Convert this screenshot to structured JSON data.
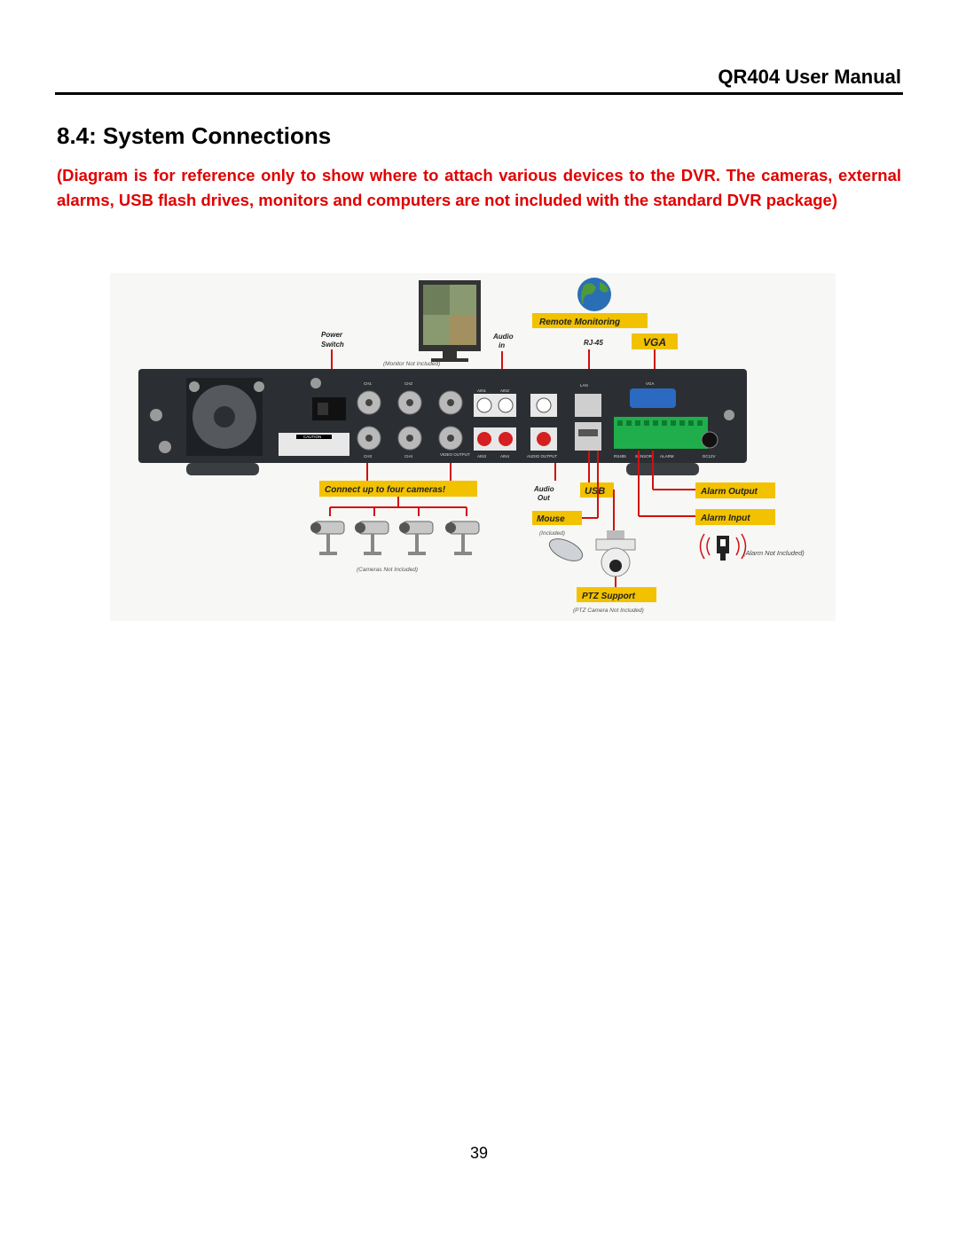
{
  "header": {
    "title": "QR404 User Manual"
  },
  "section": {
    "title": "8.4: System Connections"
  },
  "note": "(Diagram is for reference only to show where to attach various devices to the DVR.  The cameras, external alarms, USB flash drives, monitors and computers are not included with the standard DVR package)",
  "diagram": {
    "labels": {
      "power_switch_1": "Power",
      "power_switch_2": "Switch",
      "audio_in_1": "Audio",
      "audio_in_2": "in",
      "remote_monitoring": "Remote Monitoring",
      "rj45": "RJ-45",
      "vga": "VGA",
      "monitor_not_included": "(Monitor Not Included)",
      "connect_cameras": "Connect up to four cameras!",
      "cameras_not_included": "(Cameras Not Included)",
      "audio_out_1": "Audio",
      "audio_out_2": "Out",
      "usb": "USB",
      "mouse": "Mouse",
      "mouse_included": "(Included)",
      "alarm_output": "Alarm Output",
      "alarm_input": "Alarm Input",
      "alarm_not_included": "(Alarm Not Included)",
      "ptz_support": "PTZ Support",
      "ptz_not_included": "(PTZ Camera Not Included)"
    },
    "panel_labels": {
      "ch1": "CH1",
      "ch2": "CH2",
      "ch3": "CH3",
      "ch4": "CH4",
      "video_output": "VIDEO OUTPUT",
      "ain1": "AIN1",
      "ain2": "AIN2",
      "ain3": "AIN3",
      "ain4": "AIN4",
      "audio_output": "AUDIO OUTPUT",
      "lan": "LAN",
      "vga": "VGA",
      "rs485": "RS485",
      "sensor": "SENSOR",
      "alarm": "ALARM",
      "dc12v": "DC12V",
      "caution": "CAUTION"
    },
    "colors": {
      "label_fill": "#f2c200",
      "line": "#d01010",
      "chassis": "#2b2f33"
    }
  },
  "page_number": "39"
}
